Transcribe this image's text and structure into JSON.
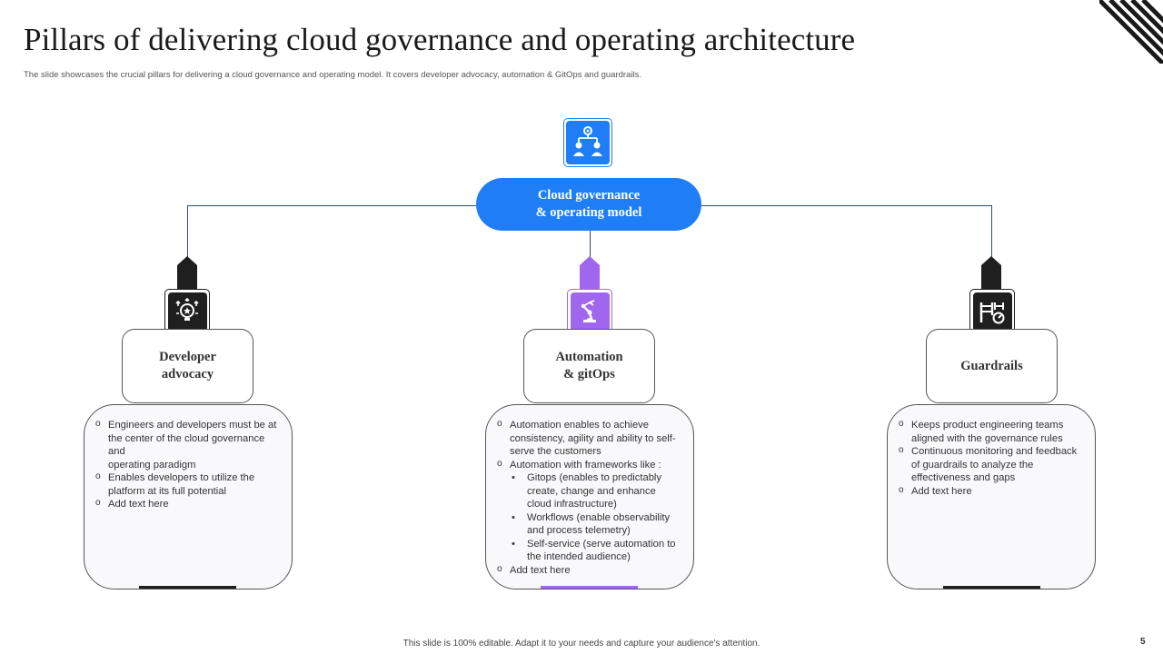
{
  "header": {
    "title": "Pillars of delivering  cloud governance and operating architecture",
    "subtitle": "The slide showcases the crucial pillars for delivering a cloud governance and operating model. It covers developer advocacy, automation & GitOps and guardrails."
  },
  "hub": {
    "line1": "Cloud governance",
    "line2": "& operating model",
    "icon": "governance-team-icon",
    "color": "#1f7ef5"
  },
  "pillars": [
    {
      "line1": "Developer",
      "line2": "advocacy",
      "icon": "idea-bulb-icon",
      "color": "#1f1f1f",
      "items": [
        "Engineers and developers must be at the center of the cloud governance and",
        "operating paradigm",
        "Enables developers to utilize the platform at its full potential",
        "Add text here"
      ]
    },
    {
      "line1": "Automation",
      "line2": "& gitOps",
      "icon": "robot-arm-icon",
      "color": "#a066ee",
      "items": [
        "Automation enables to achieve consistency, agility and ability to self-serve the customers",
        "Automation with frameworks like :",
        "Gitops (enables to predictably create, change and enhance cloud infrastructure)",
        "Workflows (enable observability and process telemetry)",
        "Self-service (serve automation to the intended audience)",
        "Add text here"
      ]
    },
    {
      "line1": "Guardrails",
      "line2": "",
      "icon": "guardrail-gauge-icon",
      "color": "#1f1f1f",
      "items": [
        "Keeps product engineering teams aligned with the governance rules",
        "Continuous monitoring and feedback of guardrails to analyze the effectiveness and gaps",
        "Add text here"
      ]
    }
  ],
  "footer": {
    "note": "This slide is 100% editable. Adapt it to your needs and capture your audience's attention.",
    "page": "5"
  }
}
